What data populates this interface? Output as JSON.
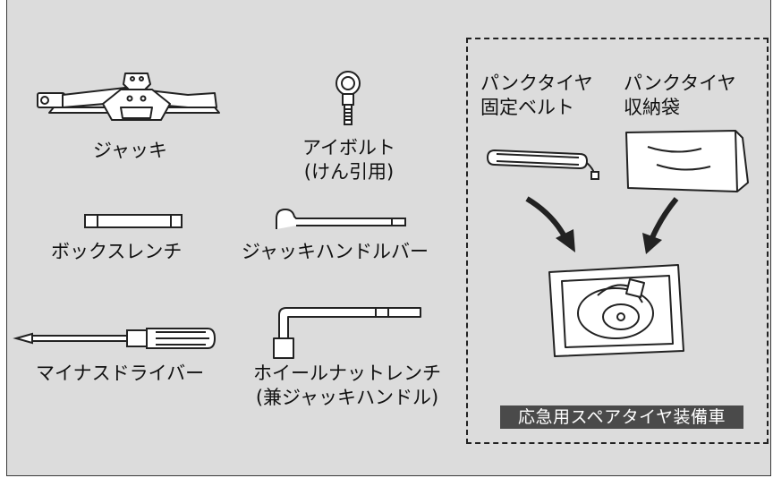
{
  "colors": {
    "panel_bg": "#dcdcdc",
    "border": "#3a3a3a",
    "badge_bg": "#4a4a4a",
    "badge_text": "#ffffff"
  },
  "tools": {
    "jack": "ジャッキ",
    "eyebolt_line1": "アイボルト",
    "eyebolt_line2": "(けん引用)",
    "box_wrench": "ボックスレンチ",
    "jack_handle_bar": "ジャッキハンドルバー",
    "screwdriver": "マイナスドライバー",
    "lug_wrench_line1": "ホイールナットレンチ",
    "lug_wrench_line2": "(兼ジャッキハンドル)"
  },
  "spare_section": {
    "belt_line1": "パンクタイヤ",
    "belt_line2": "固定ベルト",
    "bag_line1": "パンクタイヤ",
    "bag_line2": "収納袋",
    "badge": "応急用スペアタイヤ装備車"
  }
}
